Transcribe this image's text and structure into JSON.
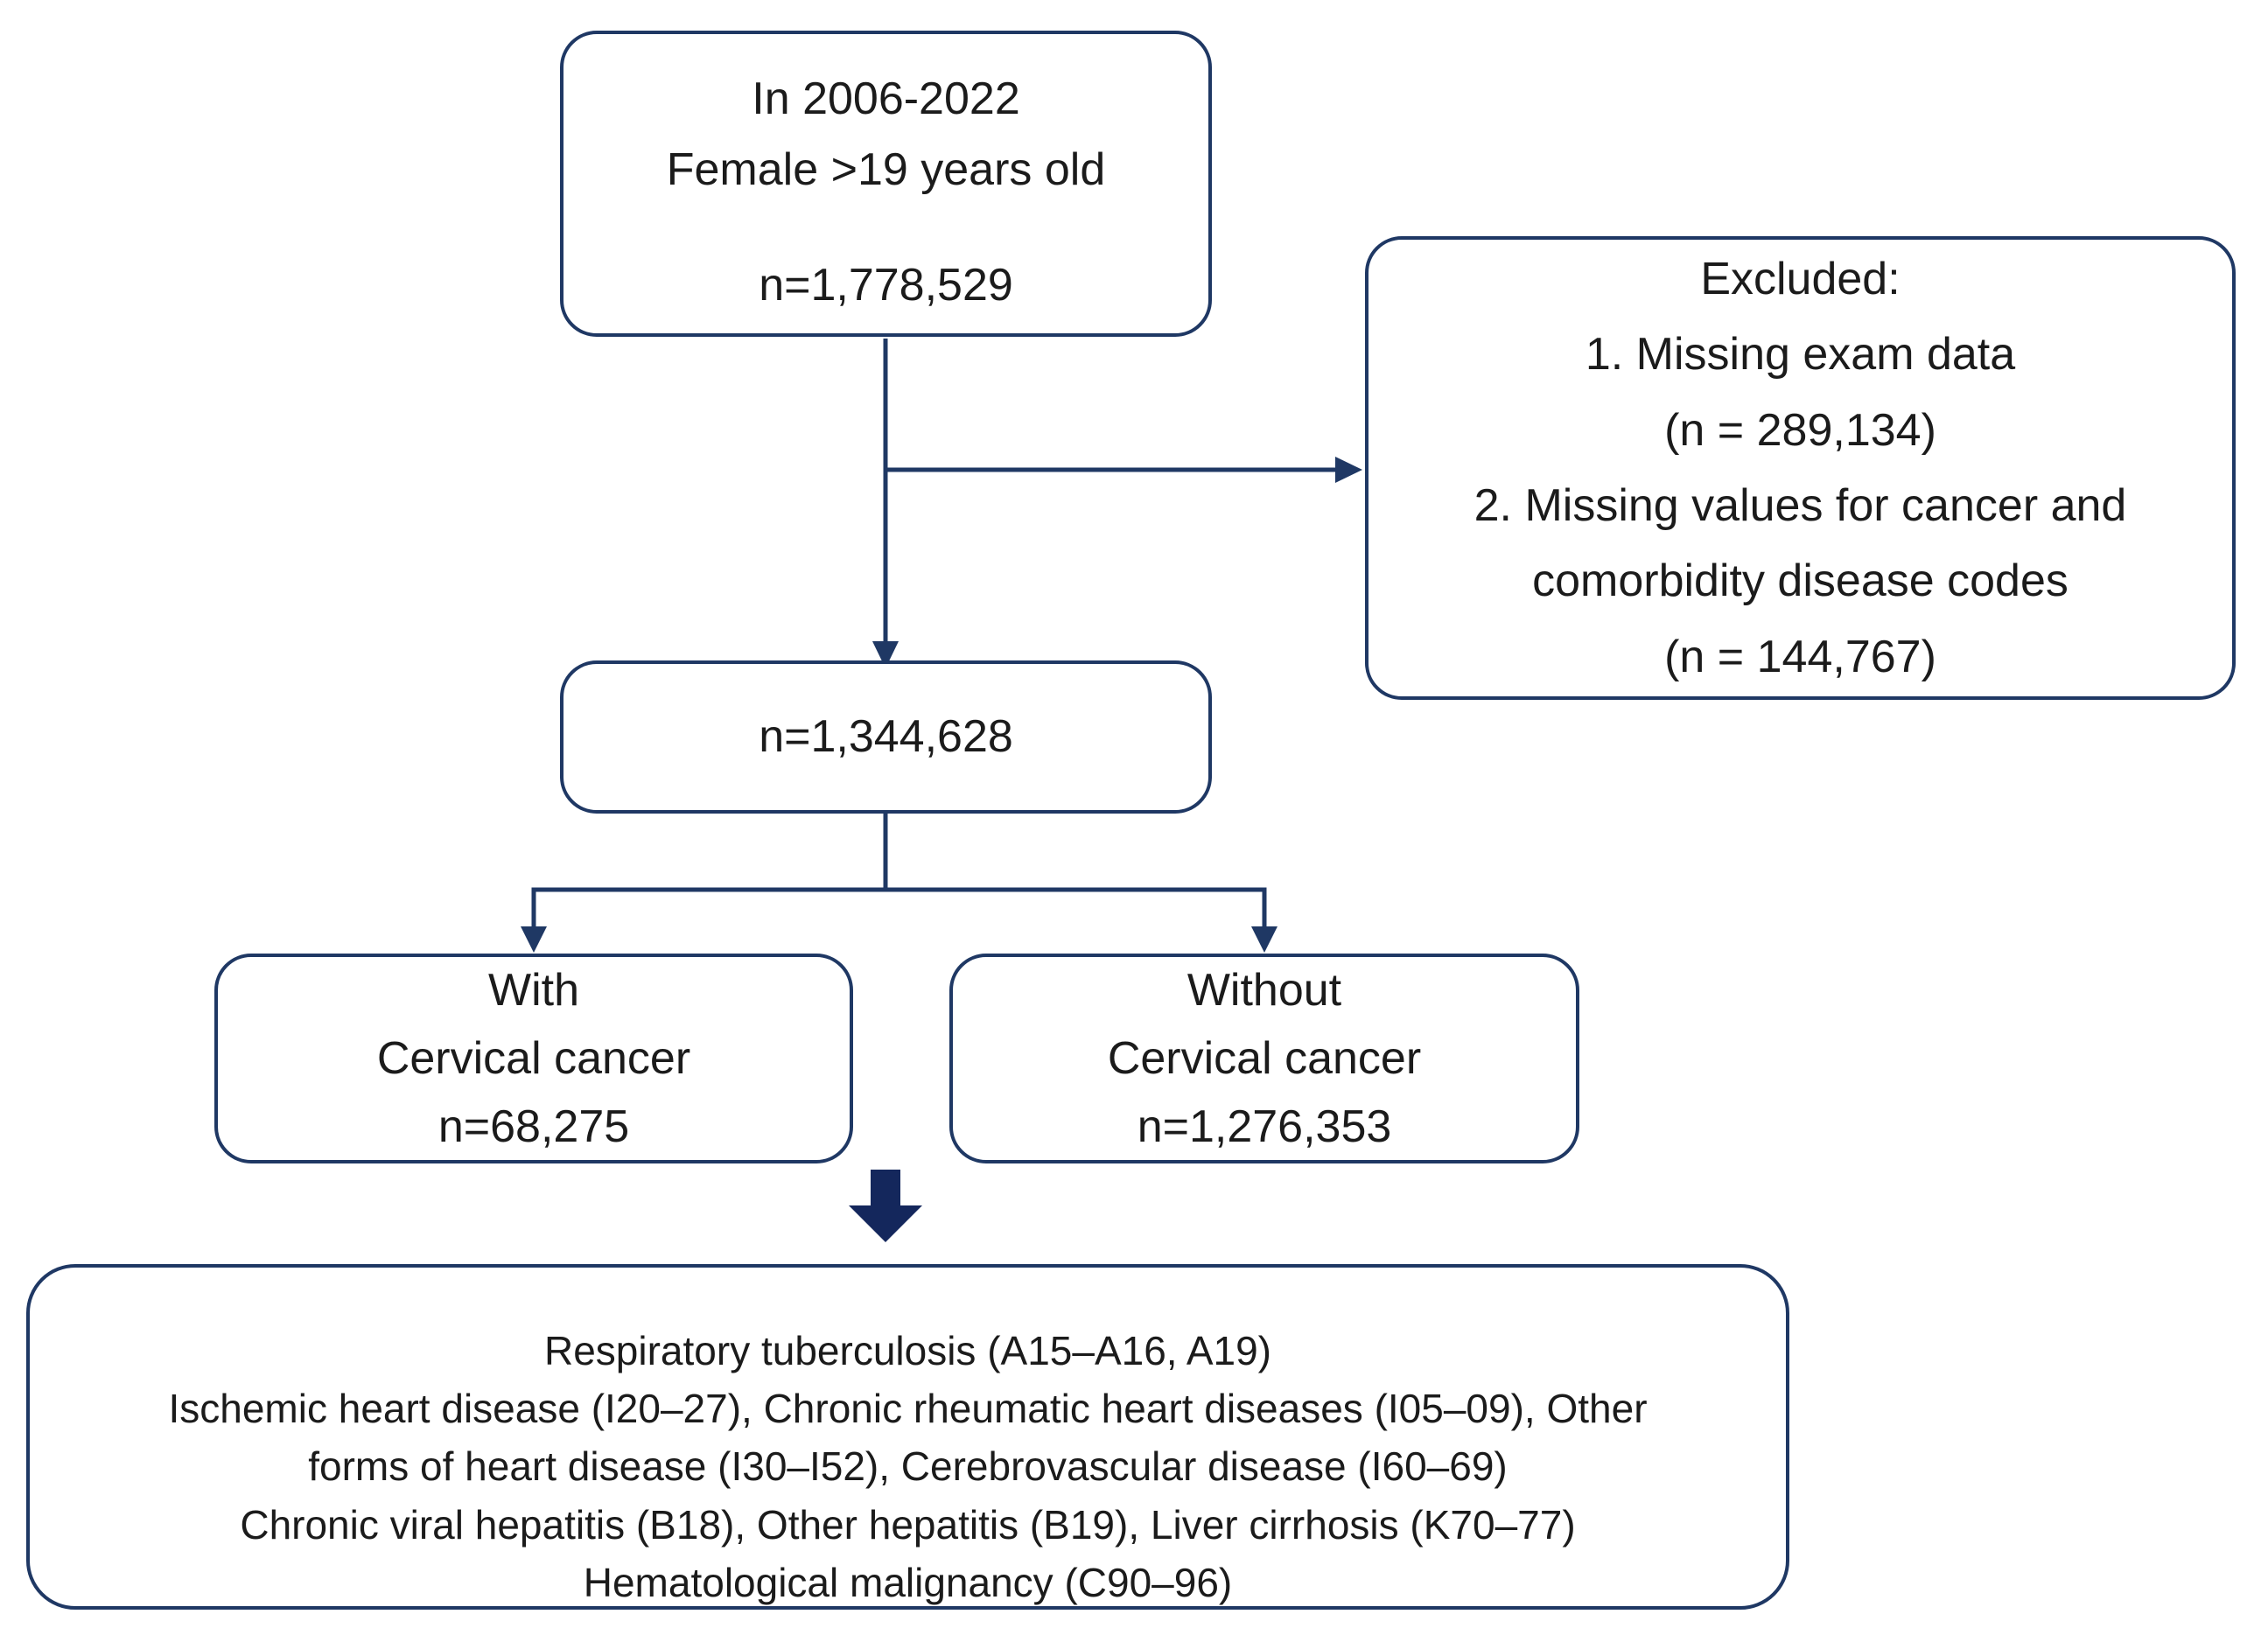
{
  "colors": {
    "accent": "#1f3864",
    "arrow": "#14275c",
    "ink": "#1b1b1b"
  },
  "flow": {
    "source": {
      "lines": [
        "In 2006-2022",
        "Female >19 years old"
      ],
      "n": "n=1,778,529"
    },
    "excluded": {
      "lines": [
        "Excluded:",
        "1. Missing exam data",
        "(n = 289,134)",
        "2. Missing values for cancer and",
        "comorbidity disease codes",
        "(n = 144,767)"
      ]
    },
    "after_exclusion": {
      "n": "n=1,344,628"
    },
    "with_cervical_cancer": {
      "lines": [
        "With",
        "Cervical cancer",
        "n=68,275"
      ]
    },
    "without_cervical_cancer": {
      "lines": [
        "Without",
        "Cervical cancer",
        "n=1,276,353"
      ]
    },
    "comorbidities": {
      "lines": [
        "Respiratory tuberculosis (A15–A16, A19)",
        "Ischemic heart disease (I20–27), Chronic rheumatic heart diseases (I05–09), Other",
        "forms of heart disease (I30–I52), Cerebrovascular disease (I60–69)",
        "Chronic viral hepatitis (B18), Other hepatitis (B19), Liver cirrhosis (K70–77)",
        "Hematological malignancy (C90–96)"
      ]
    }
  }
}
